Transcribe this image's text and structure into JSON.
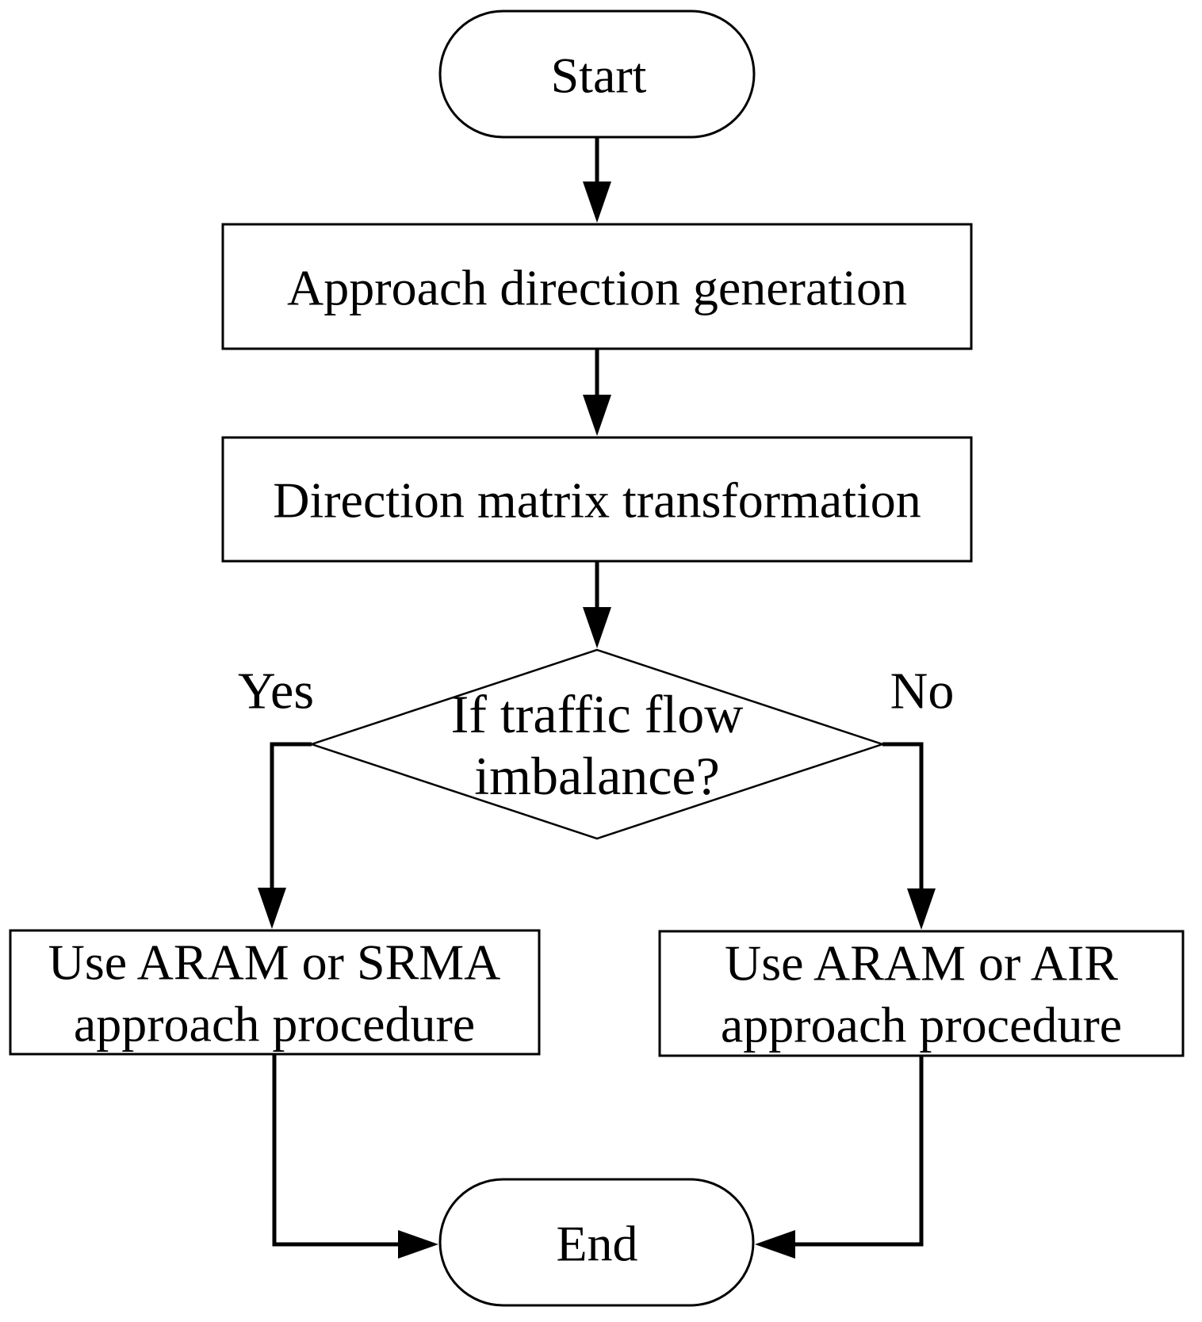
{
  "diagram": {
    "type": "flowchart",
    "background_color": "#ffffff",
    "line_color": "#000000",
    "nodes": {
      "start": {
        "shape": "terminator",
        "label": "Start"
      },
      "approach_generation": {
        "shape": "process",
        "label": "Approach direction generation"
      },
      "matrix_transformation": {
        "shape": "process",
        "label": "Direction matrix transformation"
      },
      "decision": {
        "shape": "decision",
        "label_line1": "If traffic flow",
        "label_line2": "imbalance?"
      },
      "left_procedure": {
        "shape": "process",
        "label_line1": "Use ARAM or SRMA",
        "label_line2": "approach procedure"
      },
      "right_procedure": {
        "shape": "process",
        "label_line1": "Use ARAM or AIR",
        "label_line2": "approach procedure"
      },
      "end": {
        "shape": "terminator",
        "label": "End"
      }
    },
    "edges": {
      "yes_label": "Yes",
      "no_label": "No"
    }
  }
}
